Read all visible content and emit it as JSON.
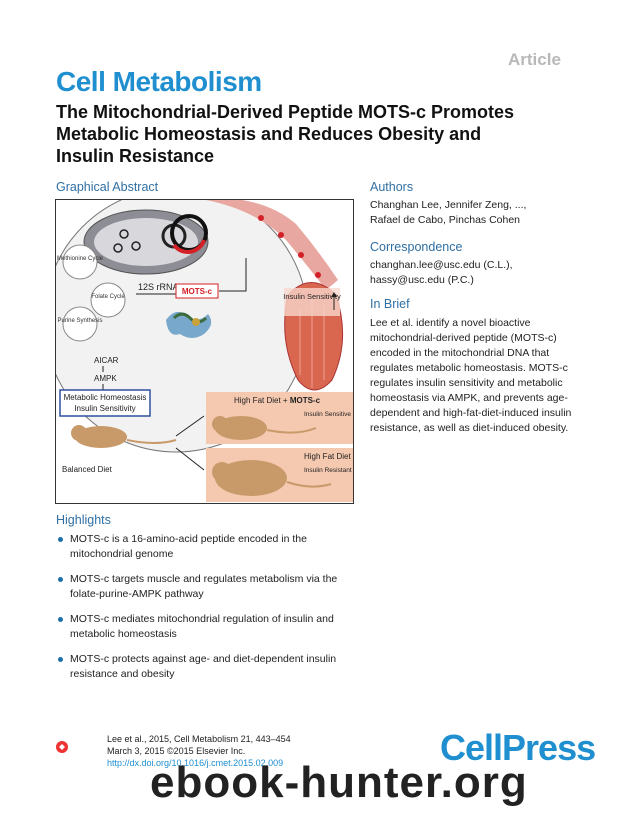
{
  "header": {
    "article_tag": "Article",
    "journal": "Cell Metabolism",
    "title": "The Mitochondrial-Derived Peptide MOTS-c Promotes Metabolic Homeostasis and Reduces Obesity and Insulin Resistance"
  },
  "graphical_abstract": {
    "label": "Graphical Abstract",
    "cycles": [
      "Methionine Cycle",
      "Folate Cycle",
      "Purine Synthesis"
    ],
    "rrna": "12S rRNA",
    "peptide": "MOTS-c",
    "aicar": "AICAR",
    "ampk": "AMPK",
    "homeostasis": "Metabolic Homeostasis",
    "insulin_sensitivity_box": "Insulin Sensitivity",
    "muscle_label": "Insulin Sensitivity",
    "hfd_mots": "High Fat Diet + ",
    "insulin_sensitive": "Insulin Sensitive",
    "hfd": "High Fat Diet",
    "insulin_resistant": "Insulin Resistant",
    "balanced": "Balanced Diet",
    "colors": {
      "accent": "#1f8fd0",
      "red": "#d32027",
      "panel": "#f5c9b0",
      "muscle": "#d9674f"
    }
  },
  "authors": {
    "heading": "Authors",
    "line1": "Changhan Lee, Jennifer Zeng, ...,",
    "line2": "Rafael de Cabo, Pinchas Cohen"
  },
  "correspondence": {
    "heading": "Correspondence",
    "line1": "changhan.lee@usc.edu (C.L.),",
    "line2": "hassy@usc.edu (P.C.)"
  },
  "in_brief": {
    "heading": "In Brief",
    "text": "Lee et al. identify a novel bioactive mitochondrial-derived peptide (MOTS-c) encoded in the mitochondrial DNA that regulates metabolic homeostasis. MOTS-c regulates insulin sensitivity and metabolic homeostasis via AMPK, and prevents age-dependent and high-fat-diet-induced insulin resistance, as well as diet-induced obesity."
  },
  "highlights": {
    "heading": "Highlights",
    "items": [
      "MOTS-c is a 16-amino-acid peptide encoded in the mitochondrial genome",
      "MOTS-c targets muscle and regulates metabolism via the folate-purine-AMPK pathway",
      "MOTS-c mediates mitochondrial regulation of insulin and metabolic homeostasis",
      "MOTS-c protects against age- and diet-dependent insulin resistance and obesity"
    ]
  },
  "footer": {
    "citation_line1": "Lee et al., 2015, Cell Metabolism 21, 443–454",
    "citation_line2": "March 3, 2015 ©2015 Elsevier Inc.",
    "doi": "http://dx.doi.org/10.1016/j.cmet.2015.02.009",
    "crossmark": "CrossMark",
    "publisher": "CellPress",
    "watermark": "ebook-hunter.org"
  }
}
